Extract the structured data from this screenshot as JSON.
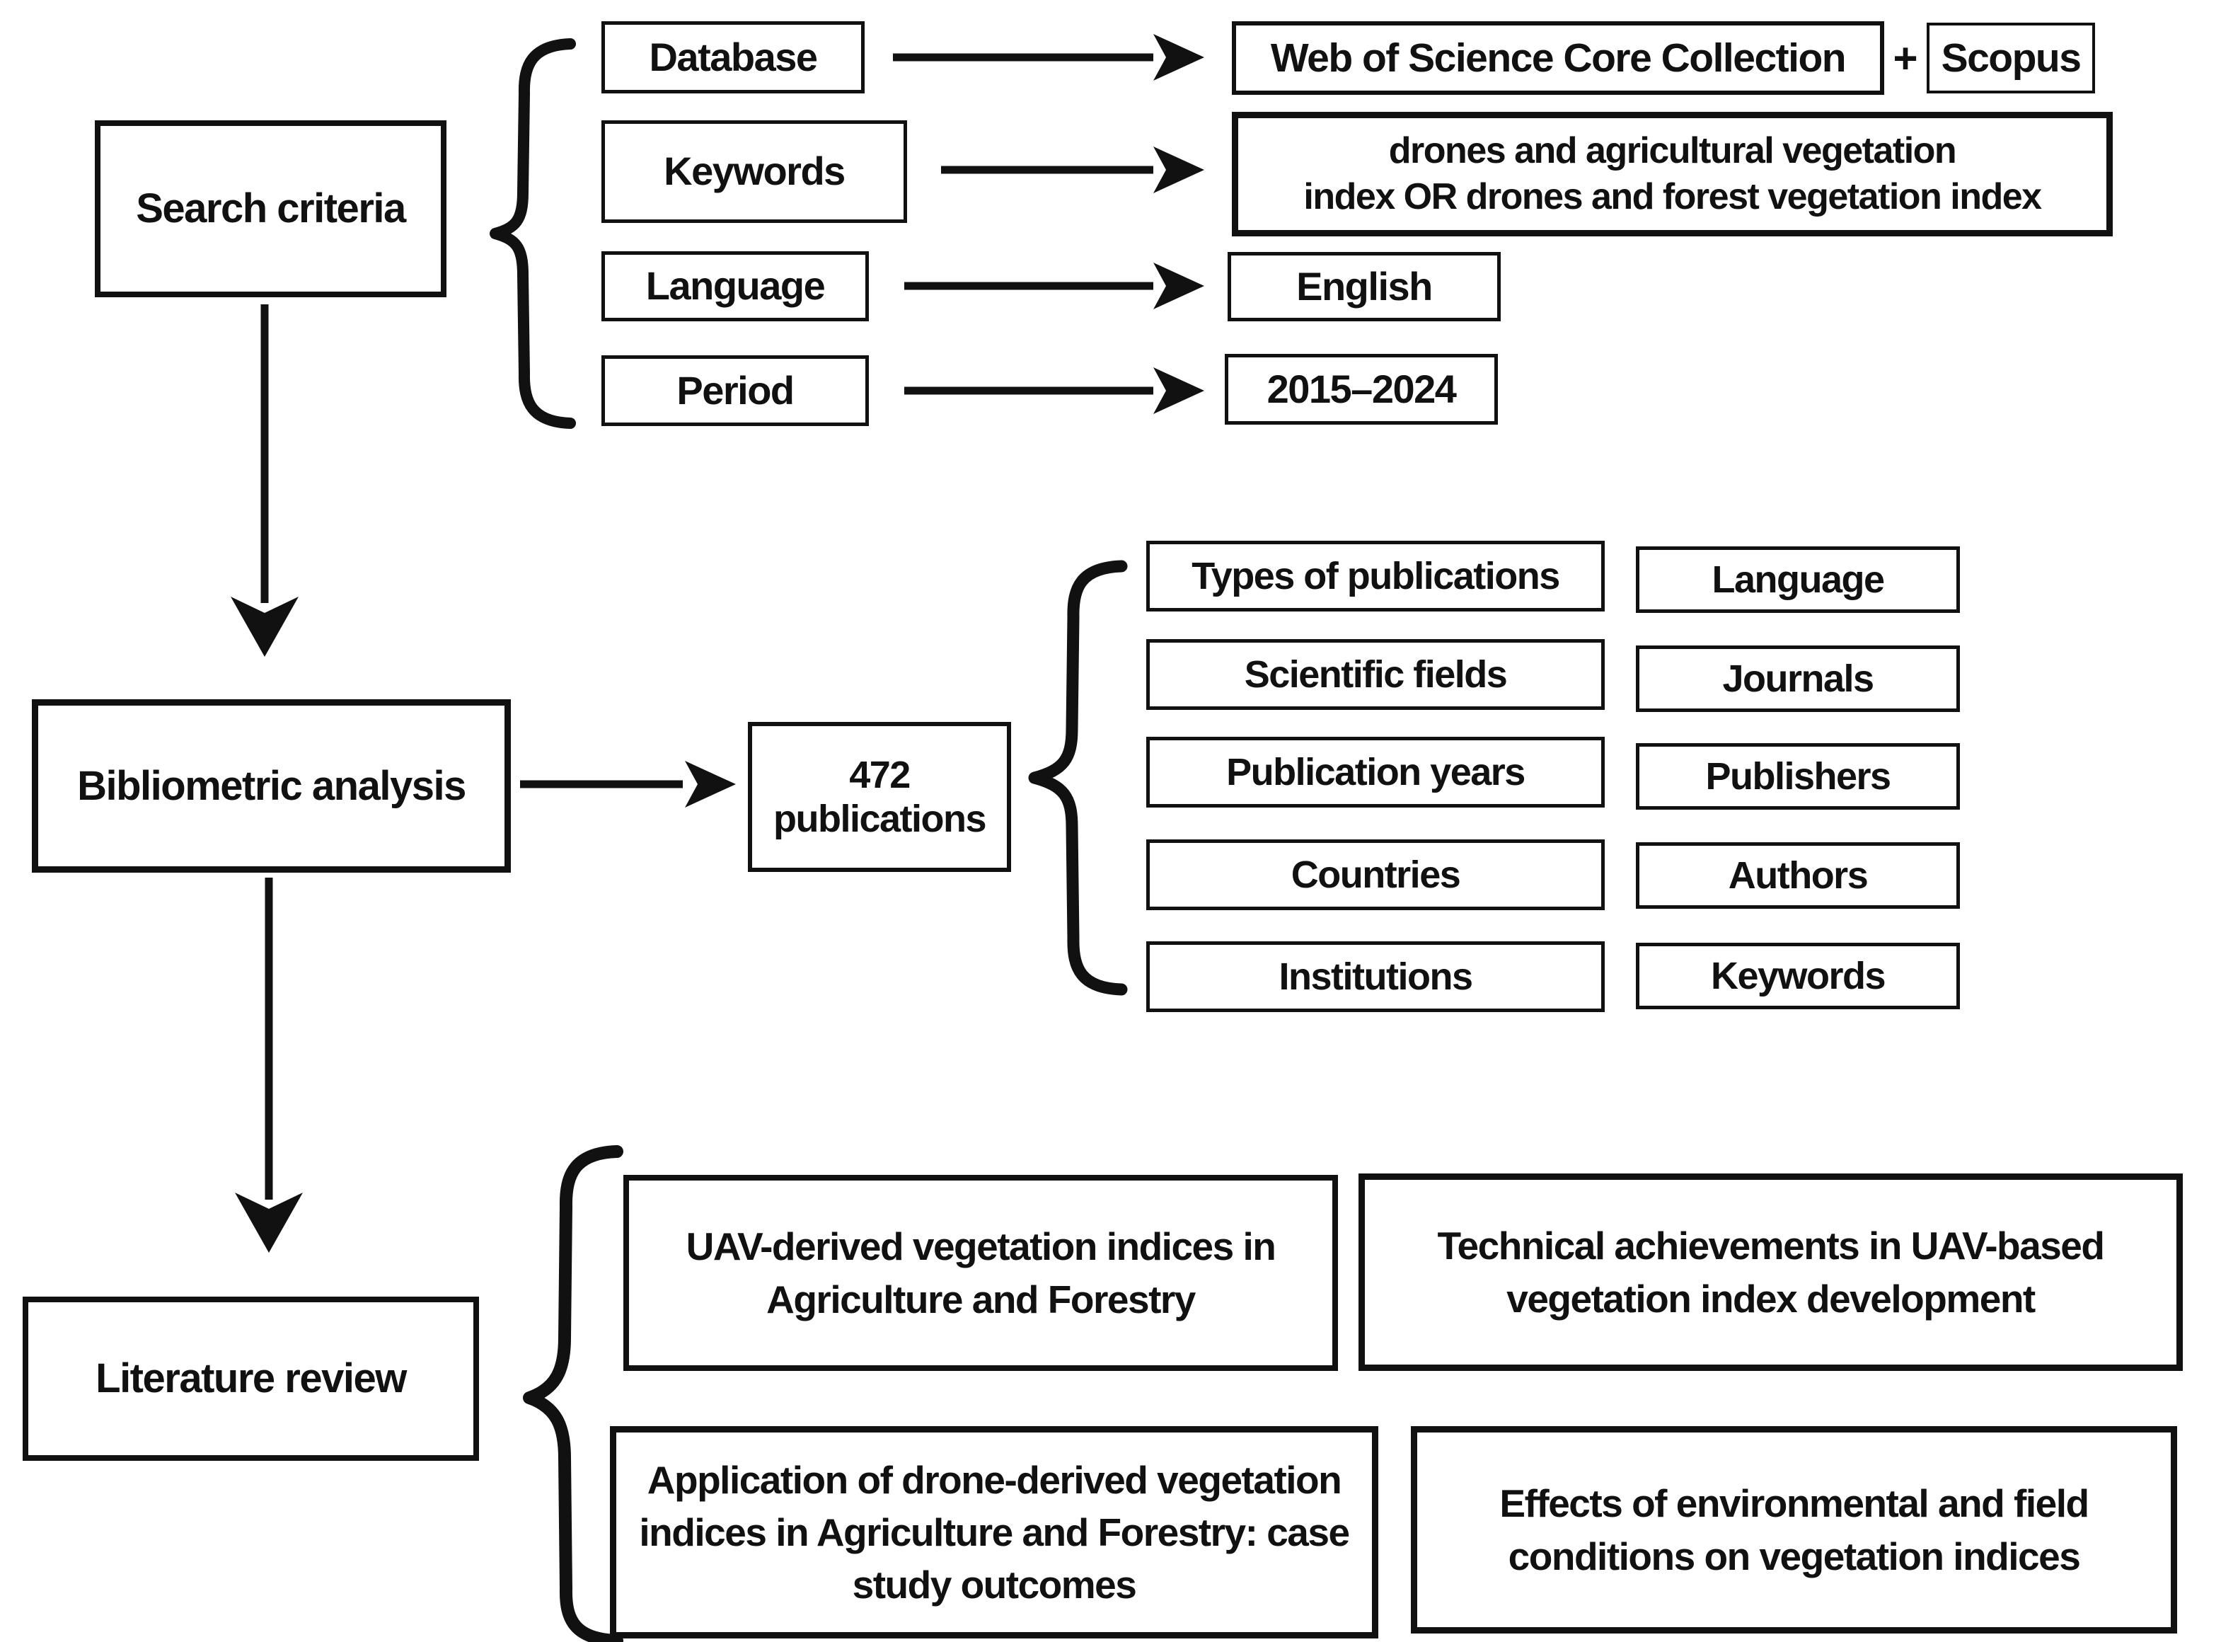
{
  "palette": {
    "ink": "#111111",
    "background": "#ffffff"
  },
  "top": {
    "source_label": "Search criteria",
    "rows": [
      {
        "label": "Database"
      },
      {
        "label": "Keywords"
      },
      {
        "label": "Language"
      },
      {
        "label": "Period"
      }
    ],
    "values": {
      "database_primary": "Web of Science Core Collection",
      "plus": "+",
      "database_secondary": "Scopus",
      "keywords_lines": [
        "drones and agricultural vegetation",
        "index OR drones and forest vegetation index"
      ],
      "language": "English",
      "period": "2015–2024"
    }
  },
  "middle": {
    "source_label": "Bibliometric analysis",
    "result_lines": [
      "472",
      "publications"
    ],
    "aspects_col1": [
      "Types of publications",
      "Scientific fields",
      "Publication years",
      "Countries",
      "Institutions"
    ],
    "aspects_col2": [
      "Language",
      "Journals",
      "Publishers",
      "Authors",
      "Keywords"
    ]
  },
  "bottom": {
    "source_label": "Literature review",
    "topic1_lines": [
      "UAV-derived vegetation indices in",
      "Agriculture and Forestry"
    ],
    "topic2_lines": [
      "Technical achievements in UAV-based",
      "vegetation index development"
    ],
    "topic3_lines": [
      "Application of drone-derived vegetation",
      "indices in Agriculture and Forestry: case",
      "study outcomes"
    ],
    "topic4_lines": [
      "Effects of environmental and field",
      "conditions on vegetation indices"
    ]
  }
}
